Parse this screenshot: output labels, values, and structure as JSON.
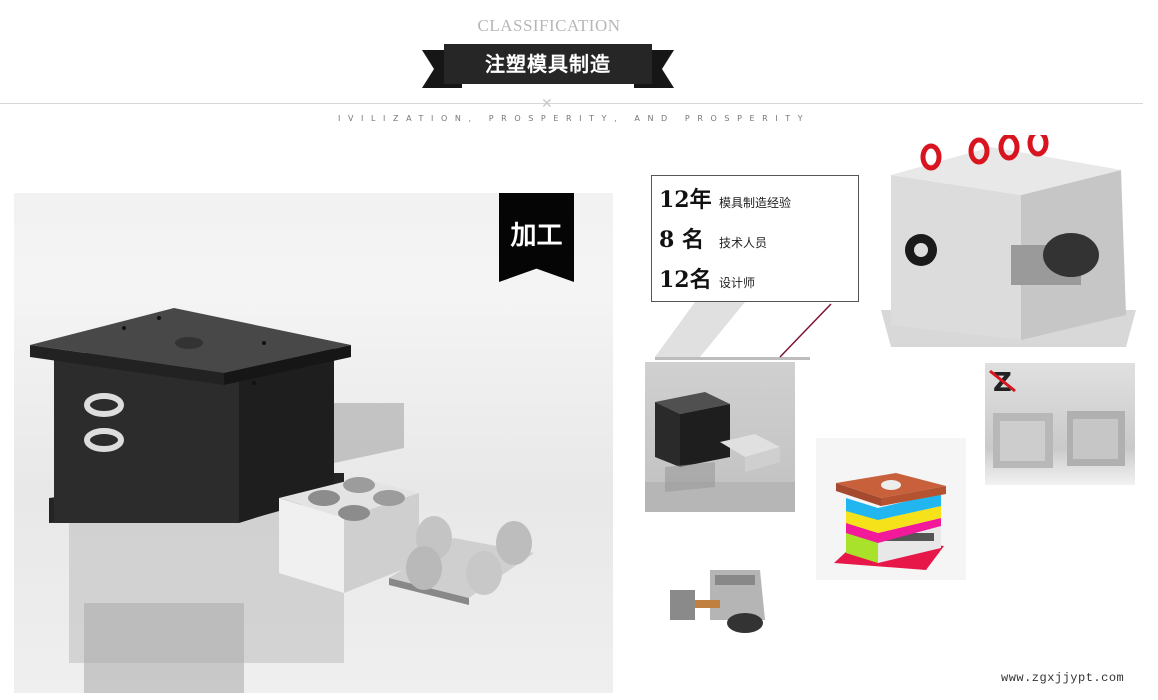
{
  "header": {
    "kicker": "CLASSIFICATION",
    "title": "注塑模具制造",
    "divider_icon": "x-mark-icon",
    "tagline": "IVILIZATION, PROSPERITY, AND PROSPERITY"
  },
  "main_photo": {
    "badge": "加工",
    "subject": "injection-mold-exploded-view"
  },
  "stats": [
    {
      "number": "12年",
      "label": "模具制造经验"
    },
    {
      "number": "8 名",
      "label": "技术人员"
    },
    {
      "number": "12名",
      "label": "设计师"
    }
  ],
  "thumbnails": [
    {
      "subject": "mold-with-red-eye-bolts"
    },
    {
      "subject": "mold-small-preview"
    },
    {
      "subject": "z-logo-mold-pair",
      "logo_text": "Z"
    },
    {
      "subject": "colorful-mold-base"
    },
    {
      "subject": "mold-with-cylinder"
    }
  ],
  "footer": {
    "watermark": "www.zgxjjypt.com"
  },
  "colors": {
    "ribbon_dark": "#262626",
    "accent_red": "#d8141e",
    "connector_line": "#7a1530"
  }
}
